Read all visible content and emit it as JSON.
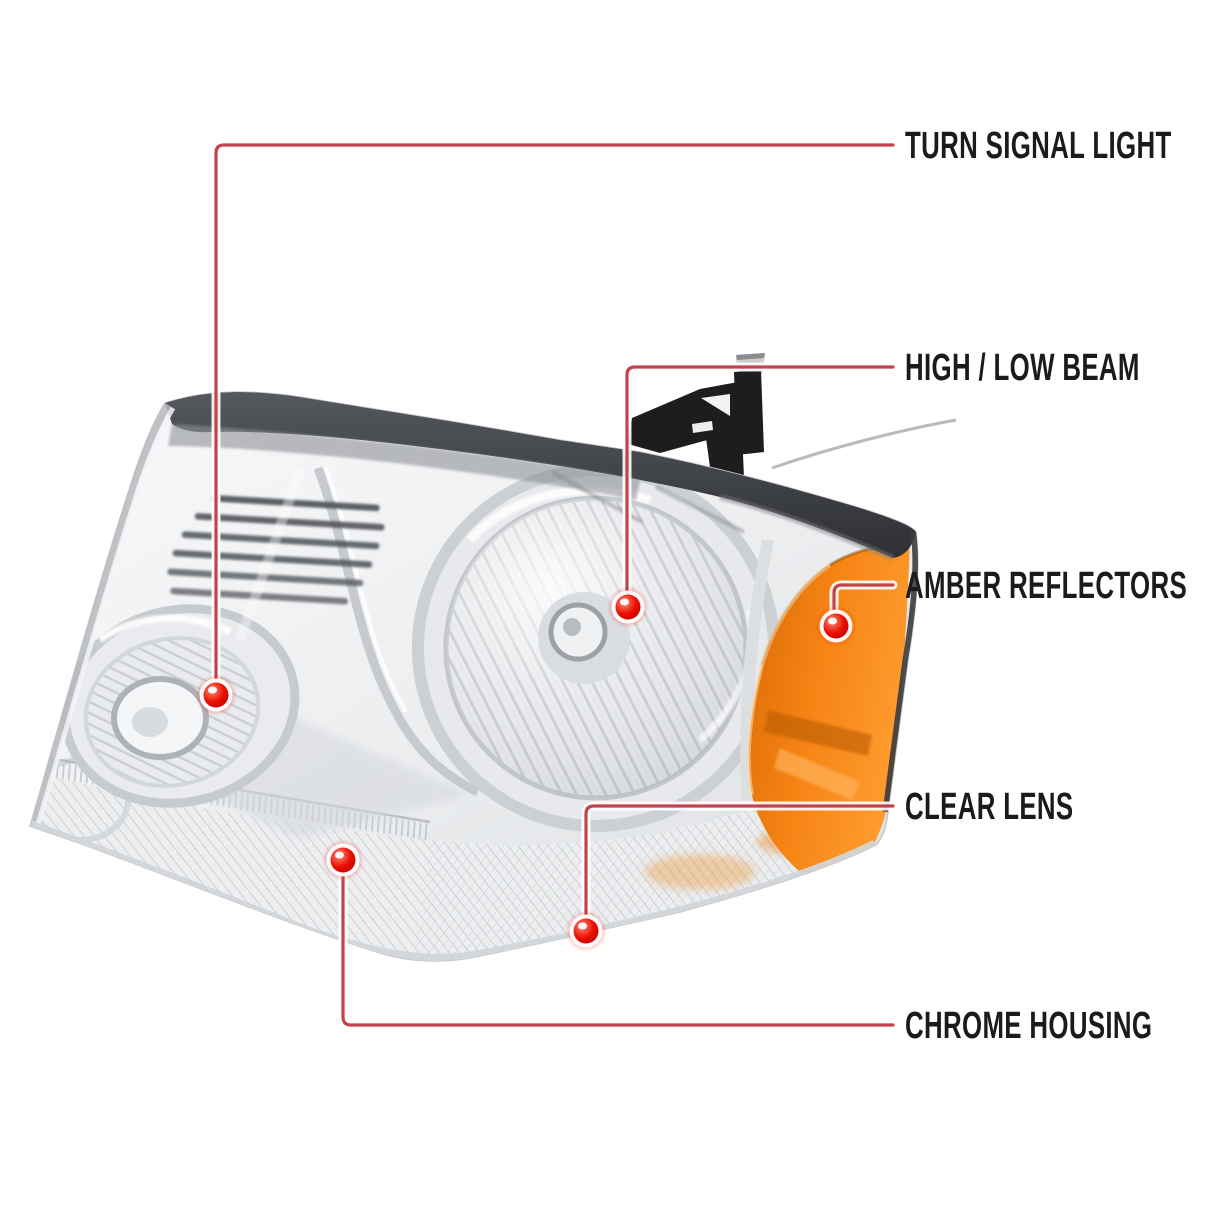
{
  "diagram": {
    "name": "Headlight parts callout diagram",
    "style": {
      "background": "#ffffff",
      "line_color": "#c2434c",
      "line_halo_color": "#ffffff",
      "dot_color": "#ea0e00",
      "dot_ring_color": "#ffffff",
      "label_color": "#1b1b1d"
    },
    "callouts": [
      {
        "id": "turn-signal-light",
        "label": "TURN SIGNAL LIGHT"
      },
      {
        "id": "high-low-beam",
        "label": "HIGH / LOW BEAM"
      },
      {
        "id": "amber-reflectors",
        "label": "AMBER REFLECTORS"
      },
      {
        "id": "clear-lens",
        "label": "CLEAR LENS"
      },
      {
        "id": "chrome-housing",
        "label": "CHROME HOUSING"
      }
    ],
    "illustration": {
      "subject": "Chrome housing truck headlight with clear lens and amber corner reflector, front three-quarter view",
      "colors": {
        "amber_dark": "#d96a04",
        "amber": "#f58414",
        "amber_light": "#ff9b2e",
        "chrome_face": "#f6f7f8",
        "chrome_mid": "#d6d9dc",
        "chrome_deep": "#b6b9bd",
        "housing_dark": "#46484c",
        "housing_black": "#1c1d1f"
      }
    }
  }
}
